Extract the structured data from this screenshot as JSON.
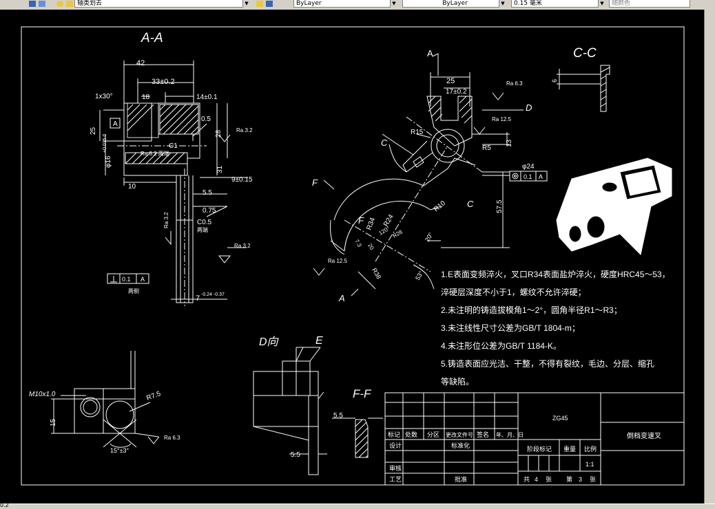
{
  "toolbar": {
    "layer_name": "轴类划去",
    "linetype_layer": "ByLayer",
    "lineweight_layer": "ByLayer",
    "lineweight_value": "0.15 毫米",
    "plotstyle": "随颜色"
  },
  "drawing": {
    "views": {
      "aa_title": "A-A",
      "cc_title": "C-C",
      "dview_title": "D向",
      "ff_title": "F-F"
    },
    "section_marks": {
      "a_top": "A",
      "a_bottom": "A",
      "c_left": "C",
      "c_right": "C",
      "f_left": "F",
      "f_mid": "F",
      "d": "D",
      "e": "E"
    },
    "aa_dims": {
      "w42": "42",
      "w33": "33±0.2",
      "w18": "18",
      "w14": "14±0.1",
      "chamfer": "1x30°",
      "datum": "A",
      "h25": "25",
      "dia16": "φ16",
      "tol_dia16": "+0.035 0",
      "h28": "28",
      "r05": "0.5",
      "ra32a": "Ra 3.2",
      "ra32b": "Ra 3.2",
      "ra32c": "Ra 3.2",
      "ra32_note": "Ra 3.2 两端",
      "c1": "C1",
      "h31": "31",
      "w9": "9±0.15",
      "w10": "10",
      "w55": "5.5",
      "w075": "0.75",
      "c05": "C0.5",
      "two_ends": "两端",
      "tol_perp": "0.1",
      "tol_datum": "A",
      "two_sides": "两侧",
      "w7": "7",
      "tol_w7": "-0.24 -0.37"
    },
    "main_dims": {
      "w25": "25",
      "w17": "17±0.2",
      "ra63": "Ra 6.3",
      "ra125a": "Ra 12.5",
      "ra125b": "Ra 12.5",
      "r15": "R15",
      "r5": "R5",
      "h13": "13",
      "dia24": "φ24",
      "tol_value": "0.1",
      "tol_datum": "A",
      "r10": "R10",
      "h575": "57.5",
      "r34": "R34",
      "r24": "R24",
      "r28": "R28",
      "a120": "120°",
      "a60": "60°",
      "a20": "20°",
      "a53": "53°",
      "h73": "7.3",
      "h20": "20",
      "r38": "R38"
    },
    "notes": [
      "1.E表面变频淬火，叉口R34表面盐炉淬火，硬度HRC45～53，",
      "淬硬层深度不小于1，螺纹不允许淬硬；",
      "2.未注明的铸造拔模角1～2°，圆角半径R1～R3；",
      "3.未注线性尺寸公差为GB/T 1804-m；",
      "4.未注形位公差为GB/T 1184-K。",
      "5.铸造表面应光洁、干整，不得有裂纹，毛边、分层、缩孔",
      "等缺陷。"
    ],
    "bottom_dims": {
      "m10": "M10x1.0",
      "h15": "15",
      "r75": "R7.5",
      "ra63": "Ra 6.3",
      "a15": "15°±3°",
      "ff55a": "5.5",
      "ff55b": "5.5"
    },
    "title_block": {
      "material": "ZG45",
      "part_name": "倒档变速叉",
      "col_mark": "标记",
      "col_qty": "处数",
      "col_zone": "分区",
      "col_docno": "更改文件号",
      "col_sign": "签名",
      "col_date": "年、月、日",
      "designer": "设计",
      "standardize": "标准化",
      "stage_mark": "阶段标记",
      "weight": "重量",
      "scale_label": "比例",
      "scale_value": "1:1",
      "reviewer": "审核",
      "process": "工艺",
      "approve": "批准",
      "sheets_total_label": "共",
      "sheets_total": "4",
      "sheets_unit": "张",
      "sheet_label": "第",
      "sheet_no": "3",
      "sheet_unit": "张"
    }
  },
  "status": {
    "coord": "0.2"
  }
}
